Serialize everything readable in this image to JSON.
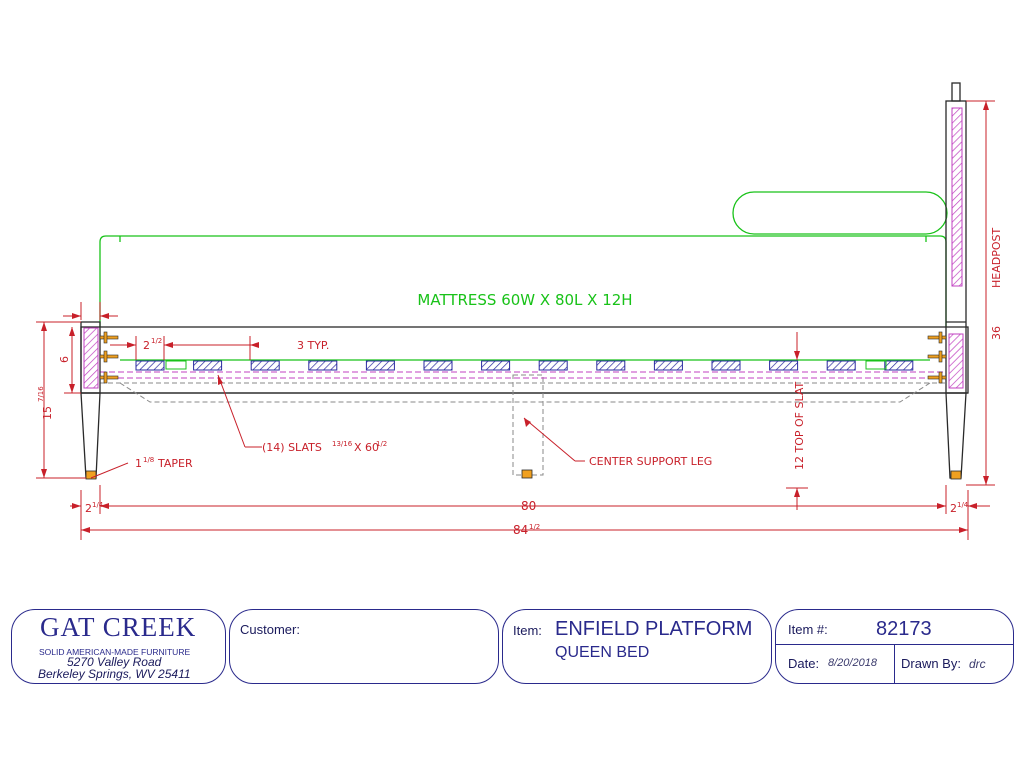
{
  "drawing": {
    "mattress": "MATTRESS 60W X 80L X 12H",
    "slat_spacing": "3 TYP.",
    "slats_note": "(14) SLATS",
    "slats_dims": "X 60",
    "center_leg": "CENTER SUPPORT LEG",
    "top_of_slat": "12 TOP OF SLAT",
    "headpost": "HEADPOST",
    "headpost_height": "36",
    "taper": "TAPER",
    "dims": {
      "length": "80",
      "overall": "84",
      "end_left": "2",
      "end_right": "2",
      "rail_height": "6",
      "footpost_height": "15",
      "slat_gap": "2",
      "post_top": "1"
    },
    "fractions": {
      "half": "1/2",
      "quarter": "1/4",
      "seven_sixteenths": "7/16",
      "eighth": "1/8",
      "thirteen_sixteenths": "13/16"
    }
  },
  "title_block": {
    "company": "GAT CREEK",
    "tagline": "SOLID AMERICAN-MADE FURNITURE",
    "address_line1": "5270 Valley Road",
    "address_line2": "Berkeley Springs, WV  25411",
    "customer_label": "Customer:",
    "customer_value": "",
    "item_label": "Item:",
    "item_name_line1": "ENFIELD PLATFORM",
    "item_name_line2": "QUEEN BED",
    "item_number_label": "Item #:",
    "item_number": "82173",
    "date_label": "Date:",
    "date_value": "8/20/2018",
    "drawn_by_label": "Drawn By:",
    "drawn_by_value": "drc"
  },
  "colors": {
    "dimension": "#c8202a",
    "mattress": "#19c219",
    "frame": "#2a2a2a",
    "slat": "#2a2aa0",
    "hidden": "#8a8a8a",
    "hardware": "#f0a020",
    "hatch": "#c040c0",
    "title_block": "#2a2a8c"
  }
}
